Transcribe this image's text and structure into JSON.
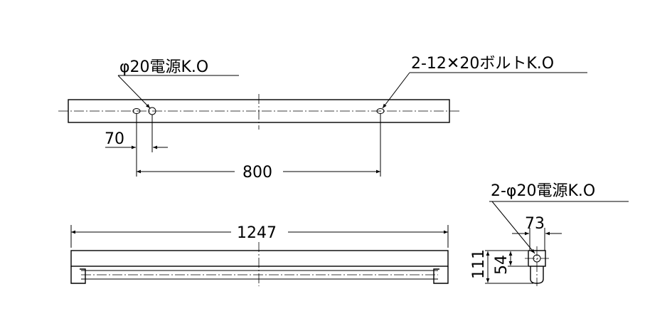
{
  "top_view": {
    "callout_left": "φ20電源K.O",
    "callout_right": "2-12✕20ボルトK.O",
    "dim_70": "70",
    "dim_800": "800"
  },
  "front_view": {
    "dim_1247": "1247"
  },
  "side_view": {
    "callout": "2-φ20電源K.O",
    "dim_73": "73",
    "dim_54": "54",
    "dim_111": "111"
  }
}
